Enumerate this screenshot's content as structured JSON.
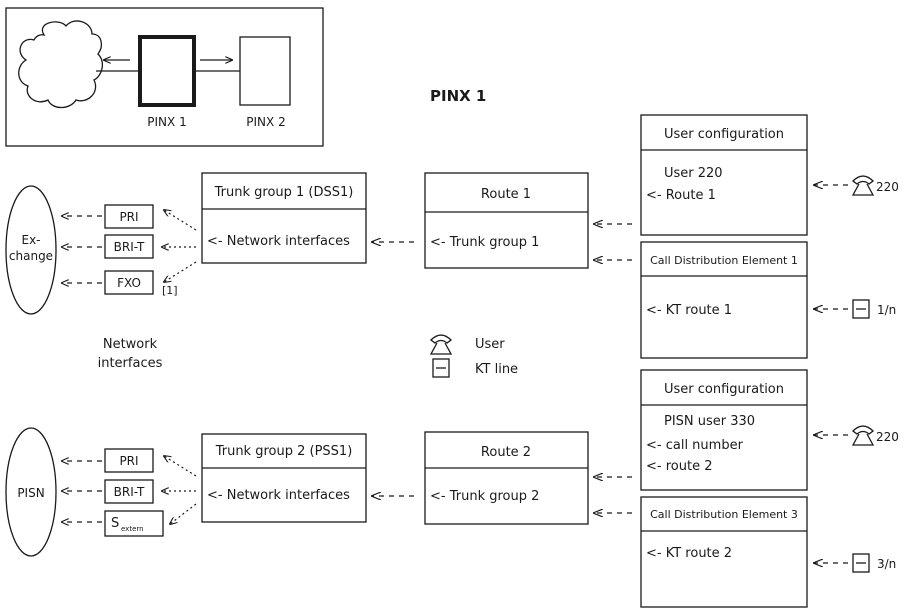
{
  "overview": {
    "pinx1_label": "PINX 1",
    "pinx2_label": "PINX 2"
  },
  "title": "PINX 1",
  "exchange_label_1": "Ex-",
  "exchange_label_2": "change",
  "pisn_label": "PISN",
  "network_interfaces_caption_1": "Network",
  "network_interfaces_caption_2": "interfaces",
  "group1": {
    "interfaces": [
      "PRI",
      "BRI-T",
      "FXO"
    ],
    "footnote": "[1]",
    "trunk_title": "Trunk group 1 (DSS1)",
    "trunk_body": "<- Network interfaces",
    "route_title": "Route 1",
    "route_body": "<- Trunk group 1",
    "user_config_title": "User configuration",
    "user_config_line1": "User 220",
    "user_config_line2": "<- Route 1",
    "user_number": "220",
    "cde_title": "Call Distribution Element 1",
    "cde_body": "<- KT route 1",
    "kt_value": "1/n"
  },
  "group2": {
    "interfaces": [
      "PRI",
      "BRI-T",
      "S",
      "extern"
    ],
    "trunk_title": "Trunk group 2 (PSS1)",
    "trunk_body": "<- Network interfaces",
    "route_title": "Route 2",
    "route_body": "<- Trunk group 2",
    "user_config_title": "User configuration",
    "user_config_line1": "PISN user 330",
    "user_config_line2": "<- call number",
    "user_config_line3": "<- route 2",
    "user_number": "220",
    "cde_title": "Call Distribution Element 3",
    "cde_body": "<- KT route 2",
    "kt_value": "3/n"
  },
  "legend": {
    "user_label": "User",
    "kt_label": "KT line",
    "user_icon": "telephone-icon",
    "kt_icon": "kt-line-icon"
  }
}
